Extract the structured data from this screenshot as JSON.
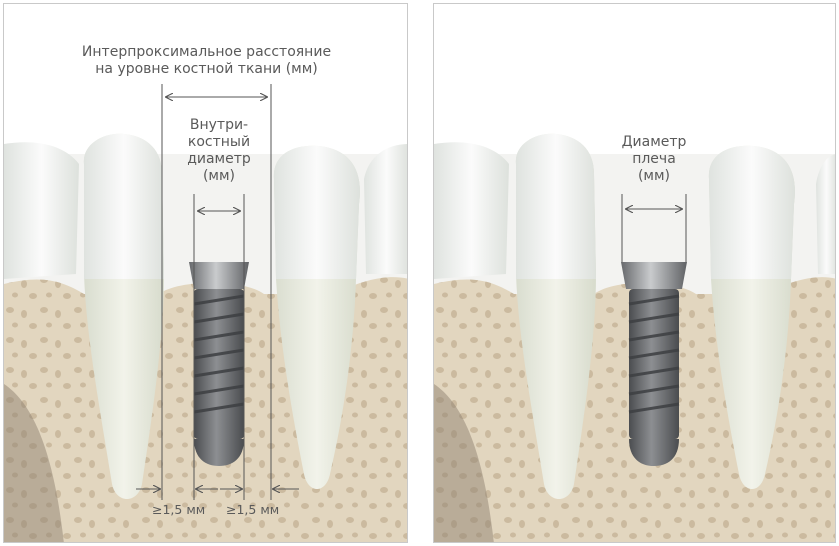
{
  "left_panel": {
    "interproximal_label": {
      "line1": "Интерпроксимальное расстояние",
      "line2": "на уровне костной ткани (мм)"
    },
    "endosseous_label": {
      "line1": "Внутри-",
      "line2": "костный",
      "line3": "диаметр",
      "line4": "(мм)"
    },
    "clearance_left": "≥1,5 мм",
    "clearance_right": "≥1,5 мм"
  },
  "right_panel": {
    "shoulder_label": {
      "line1": "Диаметр",
      "line2": "плеча",
      "line3": "(мм)"
    }
  },
  "colors": {
    "bone": "#e2d6bf",
    "bone_pore": "#c8b79b",
    "gum_background": "#f3f3f1",
    "tooth": "#f6f7f6",
    "root": "#e9ecdf",
    "implant": "#6c6e71",
    "dimension_line": "#555555"
  }
}
